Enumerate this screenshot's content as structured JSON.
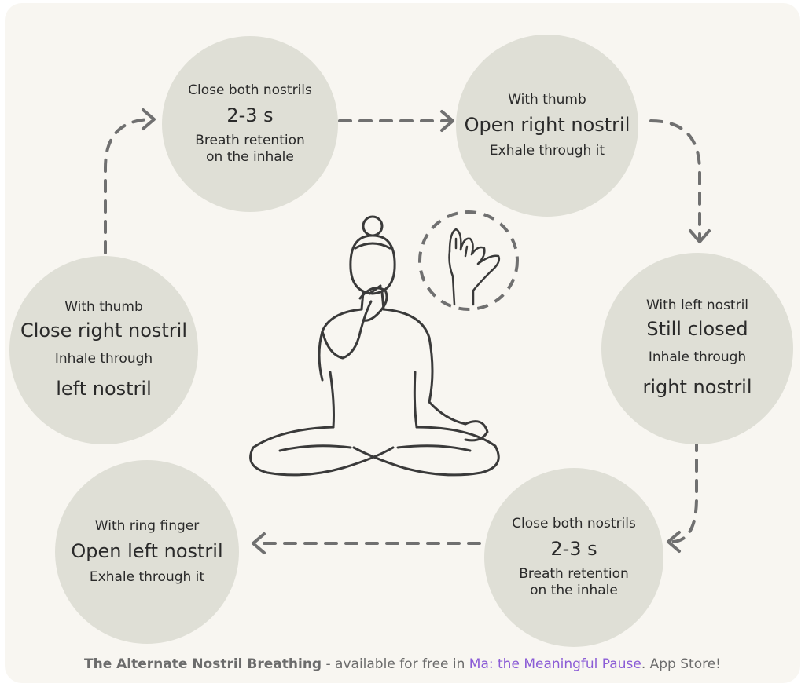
{
  "colors": {
    "background": "#f8f6f1",
    "circle_fill": "#dfdfd6",
    "text": "#2a2a2a",
    "line": "#3a3a3a",
    "arrow": "#707070",
    "accent": "#8b5cd6",
    "footer_text": "#6c6c6c"
  },
  "steps": {
    "top_left": {
      "line1": "Close both nostrils",
      "headline": "2-3 s",
      "line3": "Breath retention",
      "line4": "on the inhale"
    },
    "top_right": {
      "line1": "With thumb",
      "headline": "Open right nostril",
      "line3": "Exhale through it"
    },
    "right": {
      "line1": "With left nostril",
      "headline": "Still closed",
      "line3": "Inhale through",
      "line4": "right nostril"
    },
    "bottom_right": {
      "line1": "Close both nostrils",
      "headline": "2-3 s",
      "line3": "Breath retention",
      "line4": "on the inhale"
    },
    "bottom_left": {
      "line1": "With ring finger",
      "headline": "Open left nostril",
      "line3": "Exhale through it"
    },
    "left": {
      "line1": "With thumb",
      "headline": "Close right nostril",
      "line3": "Inhale through",
      "line4": "left nostril"
    }
  },
  "icons": {
    "center": "meditating-person-icon",
    "hand": "hand-mudra-icon",
    "arrow": "dashed-arrow-icon"
  },
  "footer": {
    "title": "The Alternate Nostril Breathing",
    "middle": " - available for free in ",
    "app_name": "Ma: the Meaningful Pause",
    "end": ". App Store!"
  }
}
